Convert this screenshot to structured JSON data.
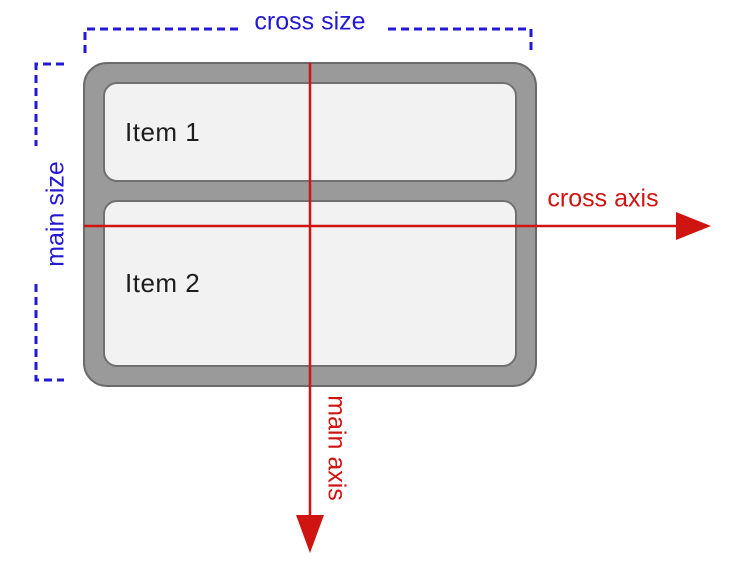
{
  "diagram": {
    "items": [
      {
        "label": "Item 1"
      },
      {
        "label": "Item 2"
      }
    ],
    "labels": {
      "cross_size": "cross size",
      "main_size": "main size",
      "cross_axis": "cross axis",
      "main_axis": "main axis"
    },
    "colors": {
      "size_label_blue": "#2318d6",
      "axis_label_red": "#d01412",
      "container_fill": "#9a9a9a",
      "container_border": "#6a6a6a",
      "item_fill": "#f2f2f2",
      "item_border": "#707070",
      "item_text": "#1d1d1d",
      "page_bg": "#ffffff"
    }
  }
}
